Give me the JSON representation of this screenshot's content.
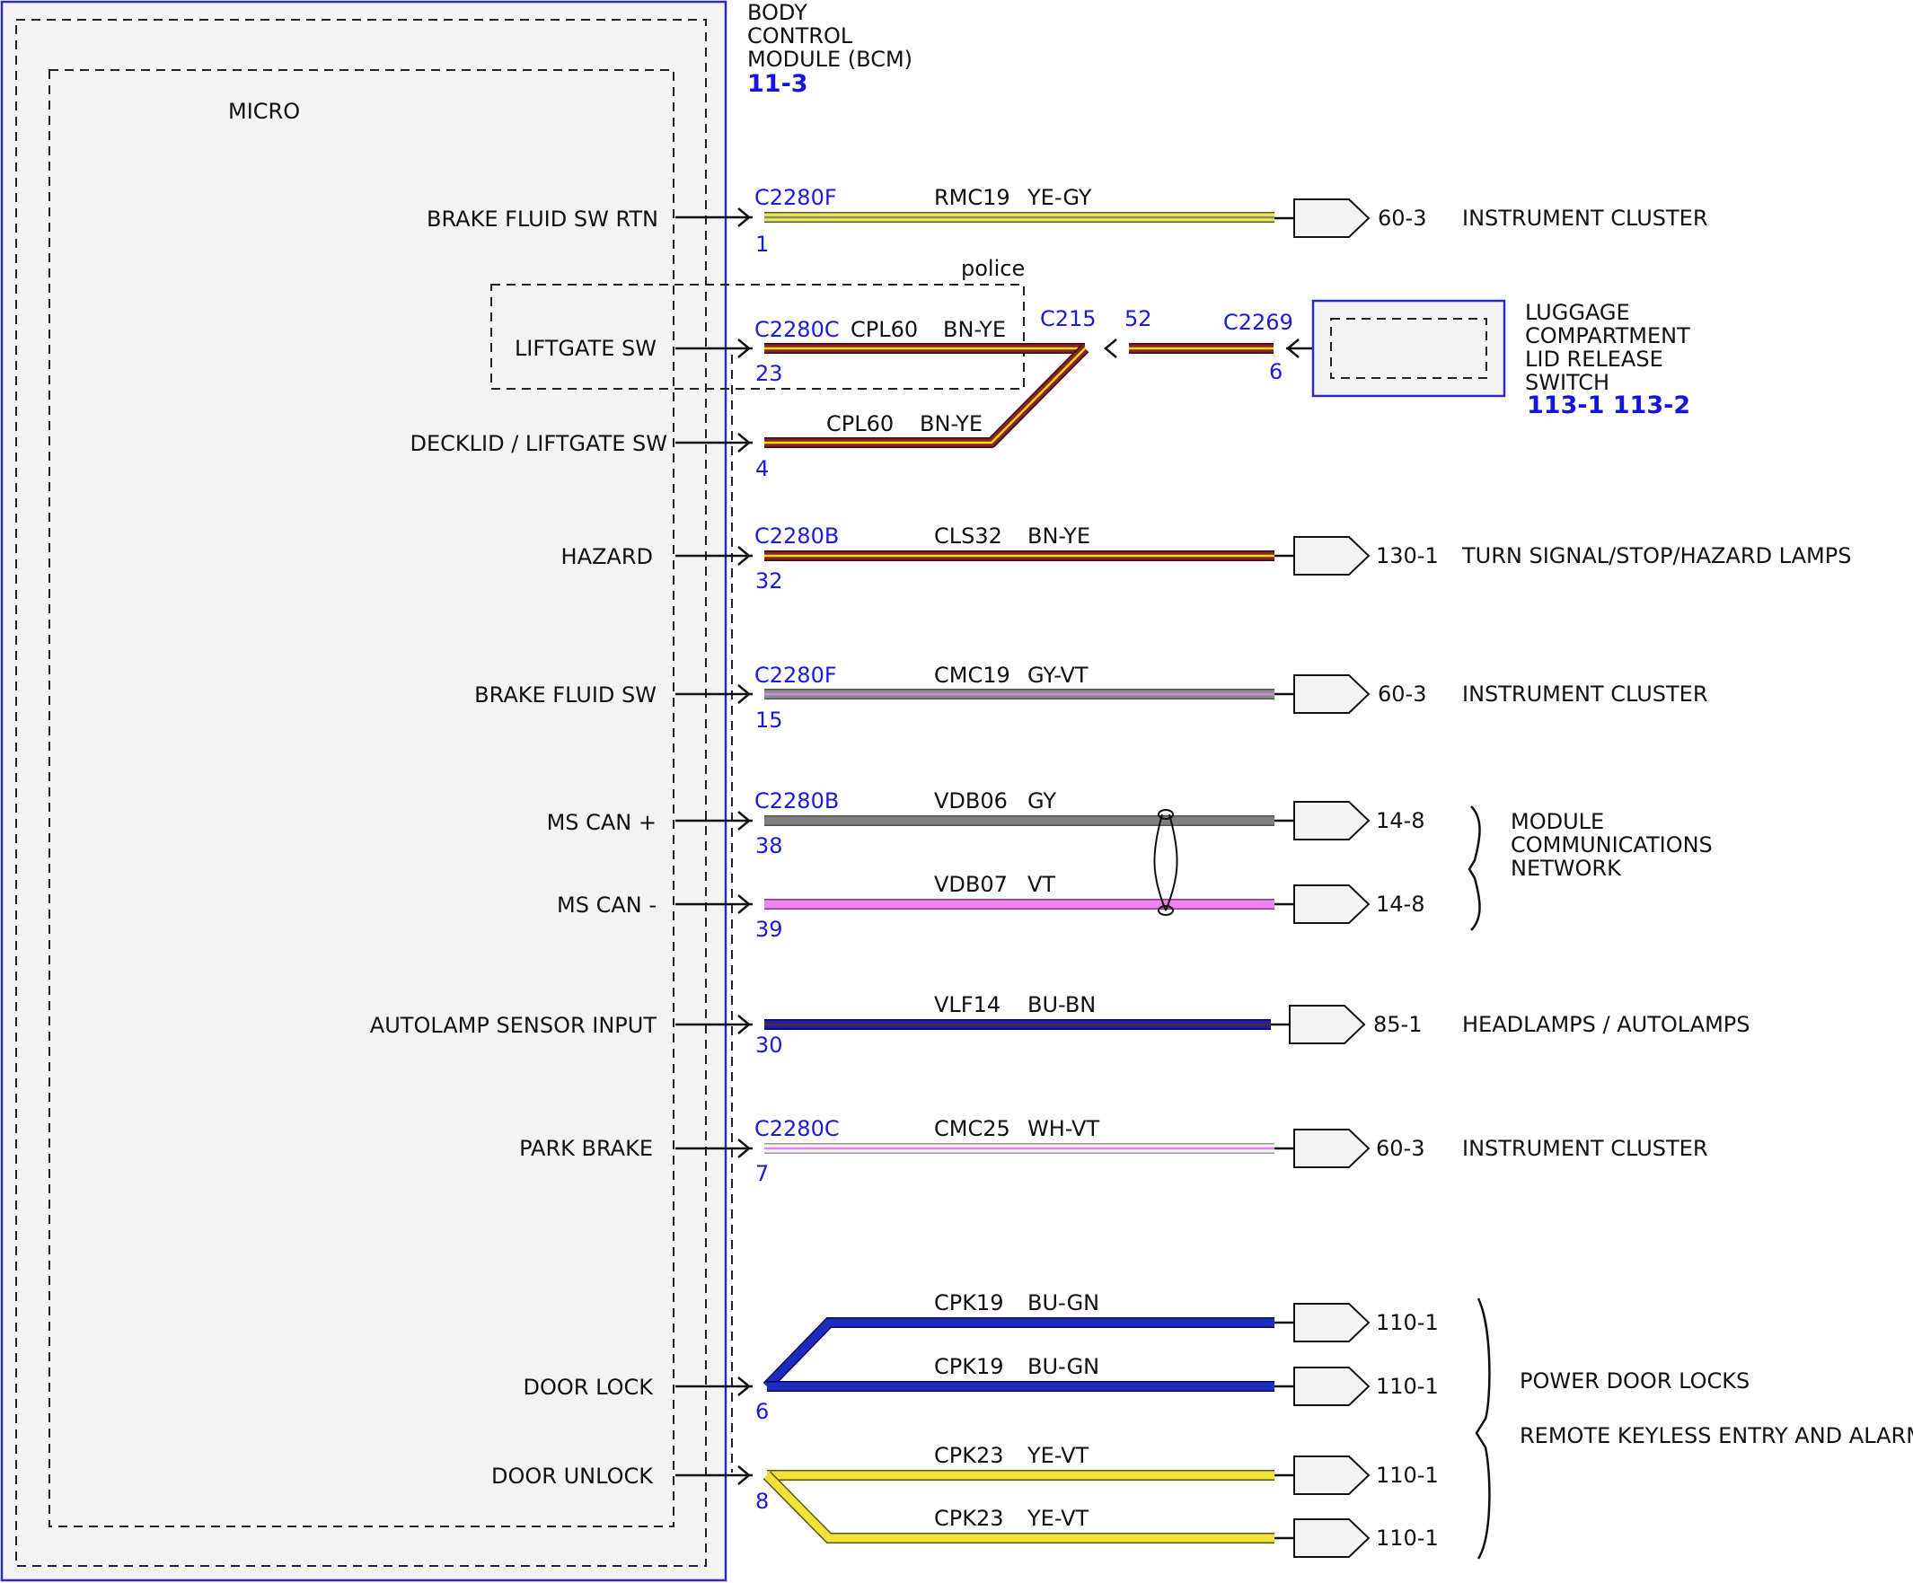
{
  "module": {
    "name_lines": [
      "BODY",
      "CONTROL",
      "MODULE (BCM)"
    ],
    "ref": "11-3",
    "micro_label": "MICRO",
    "police_label": "police"
  },
  "splice": {
    "name": "C215",
    "pin": "52"
  },
  "switch": {
    "connector": "C2269",
    "pin": "6",
    "name_lines": [
      "LUGGAGE",
      "COMPARTMENT",
      "LID RELEASE",
      "SWITCH"
    ],
    "ref": "113-1 113-2"
  },
  "signals": [
    {
      "label": "BRAKE FLUID SW RTN",
      "connector": "C2280F",
      "pin": "1",
      "circuit": "RMC19",
      "color": "YE-GY",
      "dest_ref": "60-3",
      "dest_name": "INSTRUMENT CLUSTER",
      "wire_main": "#f2ec3a",
      "wire_stripe": "#8a8a8a"
    },
    {
      "label": "LIFTGATE SW",
      "connector": "C2280C",
      "pin": "23",
      "circuit": "CPL60",
      "color": "BN-YE",
      "wire_main": "#8a2222",
      "wire_stripe": "#f2dc20"
    },
    {
      "label": "DECKLID / LIFTGATE SW",
      "pin": "4",
      "circuit": "CPL60",
      "color": "BN-YE",
      "wire_main": "#8a2222",
      "wire_stripe": "#f2dc20"
    },
    {
      "label": "HAZARD",
      "connector": "C2280B",
      "pin": "32",
      "circuit": "CLS32",
      "color": "BN-YE",
      "dest_ref": "130-1",
      "dest_name": "TURN SIGNAL/STOP/HAZARD LAMPS",
      "wire_main": "#8a2222",
      "wire_stripe": "#f2dc20"
    },
    {
      "label": "BRAKE FLUID SW",
      "connector": "C2280F",
      "pin": "15",
      "circuit": "CMC19",
      "color": "GY-VT",
      "dest_ref": "60-3",
      "dest_name": "INSTRUMENT CLUSTER",
      "wire_main": "#8c8c8c",
      "wire_stripe": "#c98ad8"
    },
    {
      "label": "MS CAN +",
      "connector": "C2280B",
      "pin": "38",
      "circuit": "VDB06",
      "color": "GY",
      "dest_ref": "14-8",
      "wire_main": "#808080",
      "wire_stripe": "#808080"
    },
    {
      "label": "MS CAN -",
      "pin": "39",
      "circuit": "VDB07",
      "color": "VT",
      "dest_ref": "14-8",
      "wire_main": "#ee82ee",
      "wire_stripe": "#ee82ee"
    },
    {
      "label": "AUTOLAMP SENSOR INPUT",
      "pin": "30",
      "circuit": "VLF14",
      "color": "BU-BN",
      "dest_ref": "85-1",
      "dest_name": "HEADLAMPS / AUTOLAMPS",
      "wire_main": "#1c1cb4",
      "wire_stripe": "#5a2a2a"
    },
    {
      "label": "PARK BRAKE",
      "connector": "C2280C",
      "pin": "7",
      "circuit": "CMC25",
      "color": "WH-VT",
      "dest_ref": "60-3",
      "dest_name": "INSTRUMENT CLUSTER",
      "wire_main": "#f4f4f4",
      "wire_stripe": "#ee82ee"
    },
    {
      "label": "DOOR LOCK",
      "pin": "6",
      "circuit": "CPK19",
      "color": "BU-GN",
      "wire_main": "#1c2cc0",
      "wire_stripe": "#1c2cc0"
    },
    {
      "label": "DOOR UNLOCK",
      "pin": "8",
      "circuit": "CPK23",
      "color": "YE-VT",
      "wire_main": "#f2e23a",
      "wire_stripe": "#f2e23a"
    }
  ],
  "branches": [
    {
      "circuit": "CPK19",
      "color": "BU-GN",
      "dest_ref": "110-1"
    },
    {
      "circuit": "CPK19",
      "color": "BU-GN",
      "dest_ref": "110-1"
    },
    {
      "circuit": "CPK23",
      "color": "YE-VT",
      "dest_ref": "110-1"
    },
    {
      "circuit": "CPK23",
      "color": "YE-VT",
      "dest_ref": "110-1"
    }
  ],
  "groups": {
    "network_lines": [
      "MODULE",
      "COMMUNICATIONS",
      "NETWORK"
    ],
    "locks_lines": [
      "POWER DOOR LOCKS",
      "REMOTE KEYLESS ENTRY AND ALARM"
    ]
  }
}
